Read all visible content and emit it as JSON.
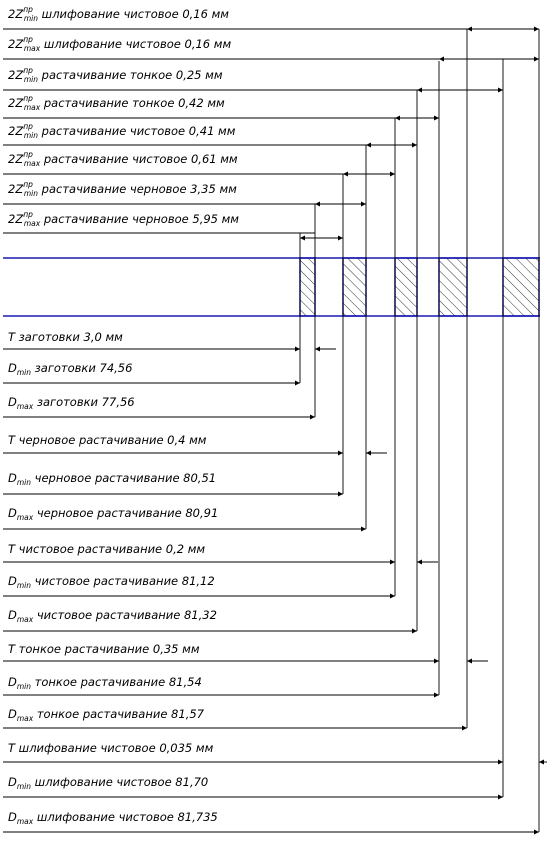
{
  "top_labels": [
    {
      "pre": "2Z",
      "sup": "пр",
      "sub": "min",
      "text": " шлифование чистовое 0,16 мм"
    },
    {
      "pre": "2Z",
      "sup": "пр",
      "sub": "max",
      "text": " шлифование чистовое 0,16 мм"
    },
    {
      "pre": "2Z",
      "sup": "пр",
      "sub": "min",
      "text": " растачивание тонкое 0,25 мм"
    },
    {
      "pre": "2Z",
      "sup": "пр",
      "sub": "max",
      "text": " растачивание тонкое 0,42 мм"
    },
    {
      "pre": "2Z",
      "sup": "пр",
      "sub": "min",
      "text": " растачивание чистовое 0,41 мм"
    },
    {
      "pre": "2Z",
      "sup": "пр",
      "sub": "max",
      "text": " растачивание чистовое 0,61 мм"
    },
    {
      "pre": "2Z",
      "sup": "пр",
      "sub": "min",
      "text": " растачивание черновое 3,35 мм"
    },
    {
      "pre": "2Z",
      "sup": "пр",
      "sub": "max",
      "text": " растачивание черновое 5,95 мм"
    }
  ],
  "bottom_labels": [
    {
      "pre": "T",
      "sub": "",
      "text": " заготовки 3,0 мм"
    },
    {
      "pre": "D",
      "sub": "min",
      "text": " заготовки 74,56"
    },
    {
      "pre": "D",
      "sub": "max",
      "text": " заготовки 77,56"
    },
    {
      "pre": "T",
      "sub": "",
      "text": " черновое растачивание 0,4 мм"
    },
    {
      "pre": "D",
      "sub": "min",
      "text": " черновое растачивание 80,51"
    },
    {
      "pre": "D",
      "sub": "max",
      "text": " черновое растачивание 80,91"
    },
    {
      "pre": "T",
      "sub": "",
      "text": " чистовое растачивание 0,2 мм"
    },
    {
      "pre": "D",
      "sub": "min",
      "text": " чистовое растачивание 81,12"
    },
    {
      "pre": "D",
      "sub": "max",
      "text": " чистовое растачивание 81,32"
    },
    {
      "pre": "T",
      "sub": "",
      "text": " тонкое растачивание 0,35 мм"
    },
    {
      "pre": "D",
      "sub": "min",
      "text": "  тонкое растачивание 81,54"
    },
    {
      "pre": "D",
      "sub": "max",
      "text": "  тонкое растачивание 81,57"
    },
    {
      "pre": "T",
      "sub": "",
      "text": " шлифование чистовое 0,035 мм"
    },
    {
      "pre": "D",
      "sub": "min",
      "text": "  шлифование чистовое 81,70"
    },
    {
      "pre": "D",
      "sub": "max",
      "text": "  шлифование чистовое 81,735"
    }
  ],
  "colors": {
    "line": "#000000",
    "band": "#1a1ab4",
    "hatch": "#000000"
  }
}
